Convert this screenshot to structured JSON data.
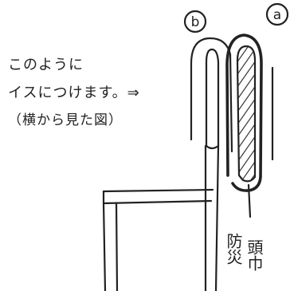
{
  "caption": {
    "line1": "このように",
    "line2": "イスにつけます。⇒",
    "line3": "（横から見た図）"
  },
  "labels": {
    "b": "b",
    "a": "a",
    "bousai": "防災",
    "zukin": "頭巾"
  },
  "colors": {
    "ink": "#222222",
    "background": "#ffffff"
  }
}
